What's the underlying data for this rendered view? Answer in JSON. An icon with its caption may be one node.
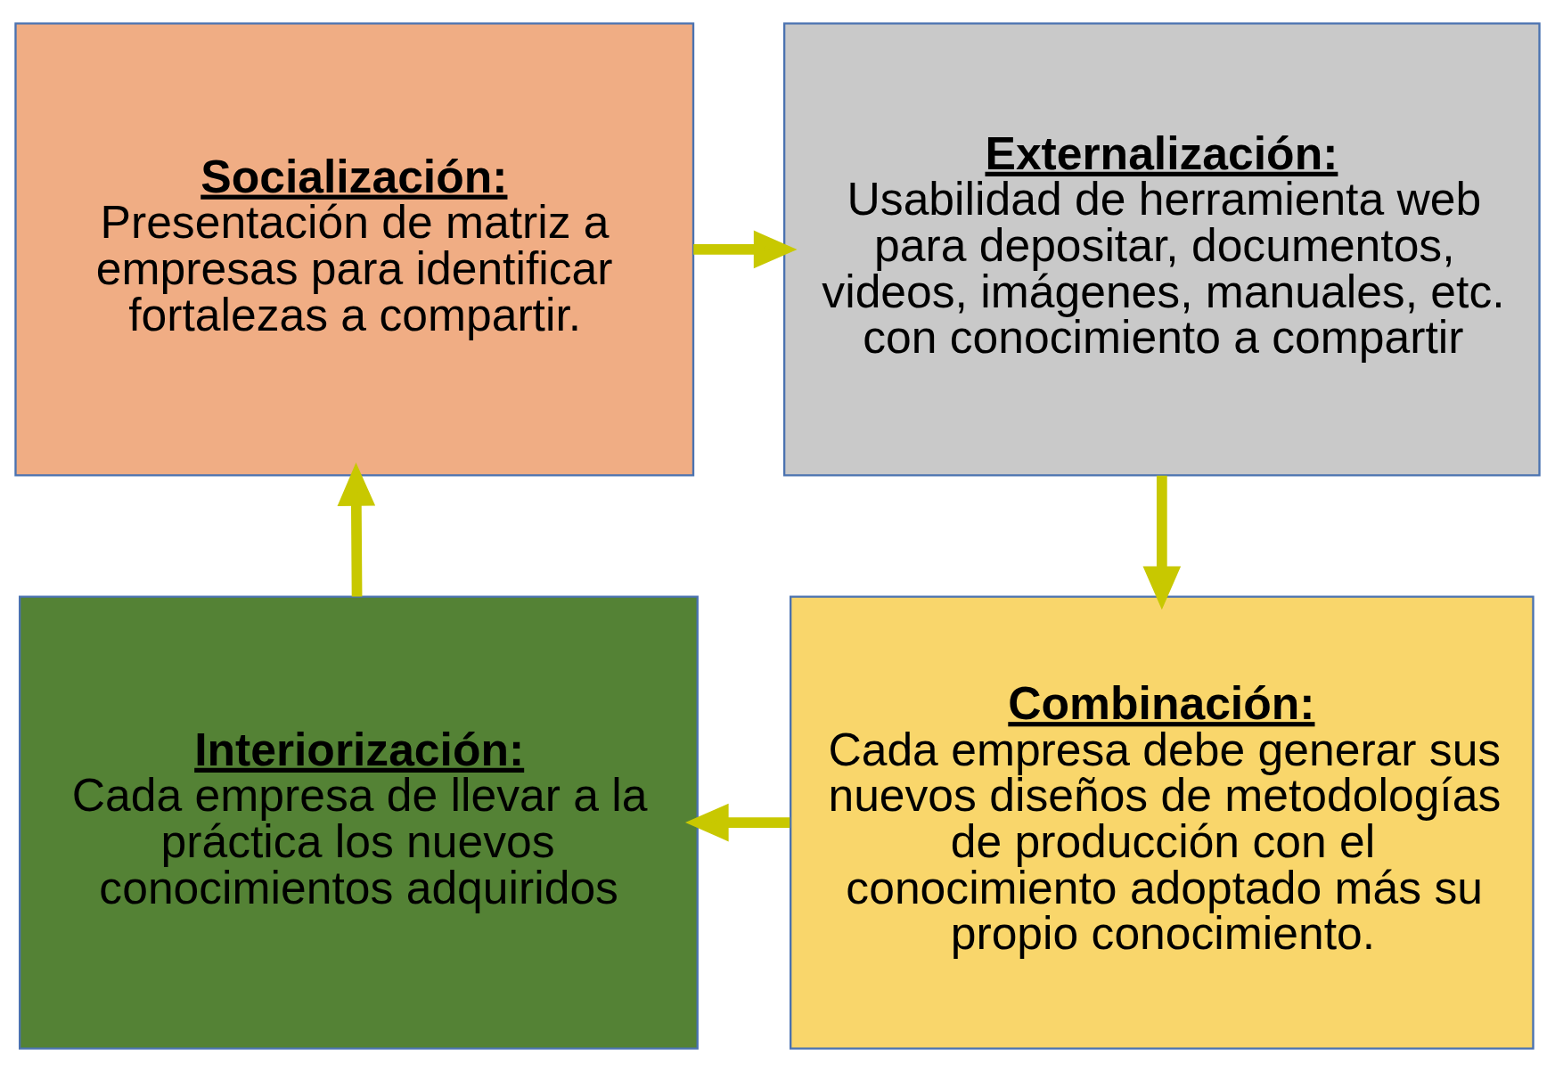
{
  "diagram": {
    "nodes": [
      {
        "text": [
          "Socialización:",
          "Presentación de matriz a empresas para identificar fortalezas a compartir."
        ]
      },
      {
        "text": [
          "Externalización:",
          "Usabilidad de herramienta web para depositar, documentos, videos, imágenes, manuales, etc. con conocimiento a compartir"
        ]
      },
      {
        "text": [
          "Combinación:",
          "Cada empresa debe generar sus nuevos diseños de metodologías de producción con el conocimiento adoptado más su propio conocimiento."
        ]
      },
      {
        "text": [
          "Interiorización:",
          "Cada empresa de llevar a la práctica los nuevos conocimientos adquiridos"
        ]
      }
    ],
    "edges": [
      {
        "from": 0,
        "to": 1,
        "arrow": "to"
      },
      {
        "from": 1,
        "to": 2,
        "arrow": "to"
      },
      {
        "from": 2,
        "to": 3,
        "arrow": "to"
      },
      {
        "from": 3,
        "to": 0,
        "arrow": "to"
      }
    ]
  }
}
